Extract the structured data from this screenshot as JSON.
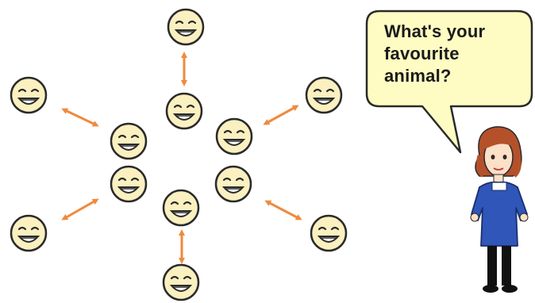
{
  "speech_bubble": {
    "lines": [
      "What's your",
      "favourite",
      "animal?"
    ]
  },
  "colors": {
    "face_fill": "#faf0c0",
    "face_stroke": "#2a2a2a",
    "arrow": "#ef8a3e",
    "bubble_fill": "#fefcc2",
    "dress": "#2f56b8",
    "hair": "#b4512a",
    "skin": "#fde0c8"
  },
  "diagram": {
    "description_icons": [
      "smiley-face-icon",
      "double-arrow-icon",
      "teacher-figure"
    ]
  }
}
